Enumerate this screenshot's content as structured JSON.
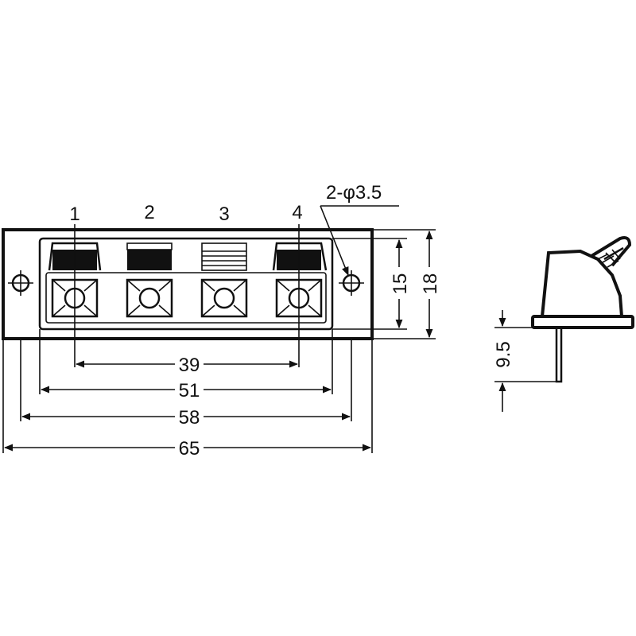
{
  "terminals": [
    {
      "label": "1"
    },
    {
      "label": "2"
    },
    {
      "label": "3"
    },
    {
      "label": "4"
    }
  ],
  "hole_callout": "2-φ3.5",
  "dimensions": {
    "pitch_outer_terminals": "39",
    "inner_width": "51",
    "hole_pitch": "58",
    "overall_width": "65",
    "inner_height": "15",
    "overall_height": "18",
    "pin_length": "9.5"
  },
  "colors": {
    "line": "#111111",
    "background": "#ffffff"
  }
}
